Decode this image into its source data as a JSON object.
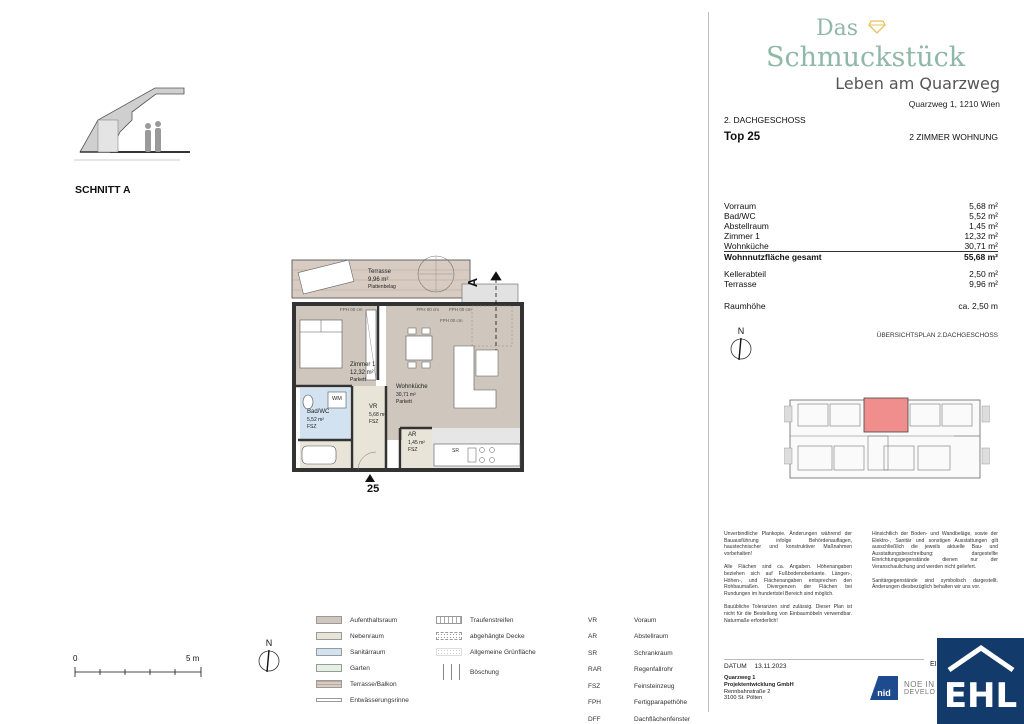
{
  "section": {
    "label": "SCHNITT A"
  },
  "plan": {
    "rooms": {
      "terrace": {
        "name": "Terrasse",
        "area": "9,96 m²",
        "floor": "Plattenbelag"
      },
      "room1": {
        "name": "Zimmer 1",
        "area": "12,32 m²",
        "floor": "Parkett"
      },
      "bath": {
        "name": "Bad/WC",
        "area": "5,52 m²",
        "floor": "FSZ"
      },
      "vr": {
        "name": "VR",
        "area": "5,68 m²",
        "floor": "FSZ"
      },
      "ar": {
        "name": "AR",
        "area": "1,45 m²",
        "floor": "FSZ"
      },
      "living": {
        "name": "Wohnküche",
        "area": "30,71 m²",
        "floor": "Parkett"
      },
      "wm": "WM"
    },
    "section_marker": "A",
    "entrance_number": "25",
    "fph_labels": [
      "FPH 00 cm",
      "FPH 00 cm",
      "FPH 00 cm",
      "FPH 00 cm"
    ],
    "sr_label": "SR"
  },
  "brand": {
    "line1": "Das",
    "line2": "Schmuckstück",
    "tagline": "Leben am Quarzweg",
    "address": "Quarzweg 1, 1210 Wien"
  },
  "unit": {
    "floor": "2. DACHGESCHOSS",
    "top": "Top 25",
    "type": "2 ZIMMER WOHNUNG"
  },
  "areas": [
    {
      "name": "Vorraum",
      "value": "5,68 m²"
    },
    {
      "name": "Bad/WC",
      "value": "5,52 m²"
    },
    {
      "name": "Abstellraum",
      "value": "1,45 m²"
    },
    {
      "name": "Zimmer 1",
      "value": "12,32 m²"
    },
    {
      "name": "Wohnküche",
      "value": "30,71 m²"
    }
  ],
  "total": {
    "name": "Wohnnutzfläche gesamt",
    "value": "55,68 m²"
  },
  "extras": [
    {
      "name": "Kellerabteil",
      "value": "2,50 m²"
    },
    {
      "name": "Terrasse",
      "value": "9,96 m²"
    }
  ],
  "height": {
    "name": "Raumhöhe",
    "value": "ca. 2,50 m"
  },
  "overview": {
    "label": "ÜBERSICHTSPLAN 2.DACHGESCHOSS",
    "north": "N"
  },
  "disclaimer": {
    "left1": "Unverbindliche Plankopie. Änderungen während der Bauausführung infolge Behördenauflagen, haustechnischer und konstruktiver Maßnahmen vorbehalten!",
    "left2": "Alle Flächen sind ca. Angaben. Höhenangaben beziehen sich auf Fußbodenoberkante. Längen-, Höhen-, und Flächenangaben entsprechen den Rohbaumaßen. Divergenzen der Flächen bei Rundungen im hundertstel Bereich sind möglich.",
    "left3": "Bauübliche Toleranzen sind zulässig. Dieser Plan ist nicht für die Bestellung von Einbaumöbeln verwendbar. Naturmaße erforderlich!",
    "right1": "Hinsichtlich der Boden- und Wandbeläge, sowie der Elektro-, Sanitär und sonstigen Ausstattungen gilt ausschließlich die jeweils aktuelle Bau- und Ausstattungsbeschreibung; dargestellte Einrichtungsgegenstände dienen nur der Veranschaulichung und werden nicht geliefert.",
    "right2": "Sanitärgegenstände sind symbolisch dargestellt. Änderungen diesbezüglich behalten wir uns vor."
  },
  "datum": {
    "label": "DATUM",
    "value": "13.11.2023"
  },
  "developer": {
    "name": "Quarzweg 1",
    "company": "Projektentwicklung GmbH",
    "street": "Rennbahnstraße 2",
    "city": "3100 St. Pölten"
  },
  "logos": {
    "nid": "nid",
    "noe": "NOE IN",
    "noe2": "DEVELO",
    "ehl": "EHL",
    "ein": "EIN"
  },
  "legend": [
    {
      "label": "Aufenthaltsraum",
      "color": "#cfc7bd"
    },
    {
      "label": "Nebenraum",
      "color": "#e8e4d8"
    },
    {
      "label": "Sanitärraum",
      "color": "#d3e2f1"
    },
    {
      "label": "Garten",
      "color": "#e6f1e6"
    },
    {
      "label": "Terrasse/Balkon",
      "color": "#d8ccc2"
    },
    {
      "label": "Entwässerungsrinne",
      "color": "#ffffff"
    }
  ],
  "legend2": [
    {
      "label": "Traufenstreifen"
    },
    {
      "label": "abgehängte Decke"
    },
    {
      "label": "Allgemeine Grünfläche"
    },
    {
      "label": "Böschung"
    }
  ],
  "abbreviations": [
    {
      "abbr": "VR",
      "text": "Voraum"
    },
    {
      "abbr": "AR",
      "text": "Abstellraum"
    },
    {
      "abbr": "SR",
      "text": "Schrankraum"
    },
    {
      "abbr": "RAR",
      "text": "Regenfallrohr"
    },
    {
      "abbr": "FSZ",
      "text": "Feinsteinzeug"
    },
    {
      "abbr": "FPH",
      "text": "Fertigparapethöhe"
    },
    {
      "abbr": "DFF",
      "text": "Dachflächenfenster"
    }
  ],
  "scale": {
    "zero": "0",
    "five": "5 m"
  },
  "north": "N",
  "colors": {
    "teal": "#8fb8a8",
    "gold": "#e7c25b",
    "highlight": "#f08e8e",
    "ehl": "#123a6b"
  }
}
